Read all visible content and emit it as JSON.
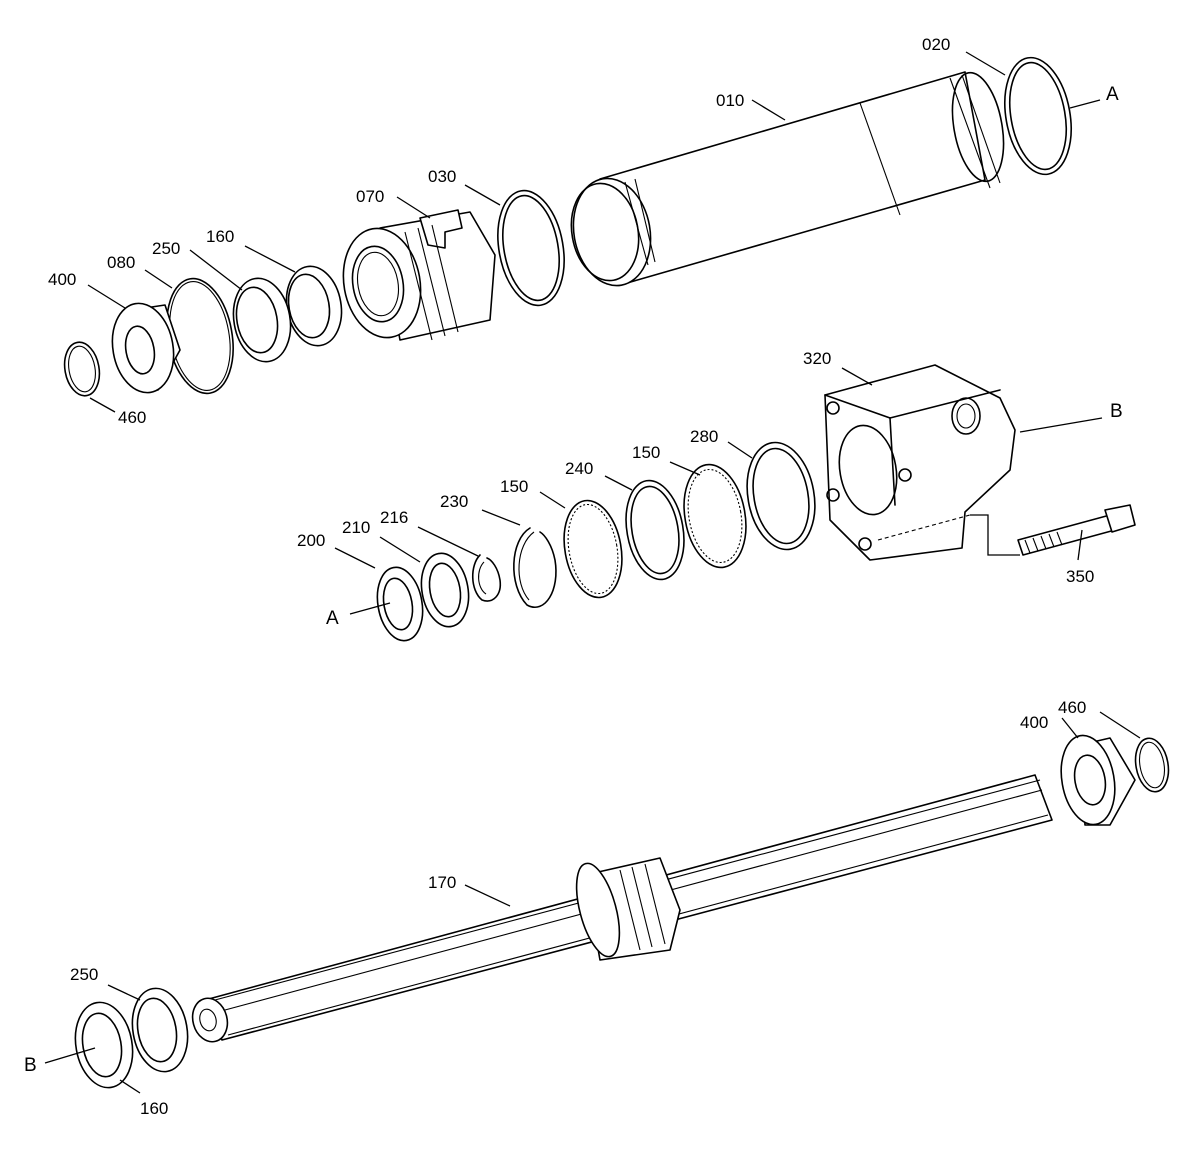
{
  "parts": {
    "p010": "010",
    "p020": "020",
    "p030": "030",
    "p070": "070",
    "p160_top": "160",
    "p250_top": "250",
    "p080": "080",
    "p400_top": "400",
    "p460_top": "460",
    "p320": "320",
    "p280": "280",
    "p150_b": "150",
    "p240": "240",
    "p150_a": "150",
    "p230": "230",
    "p216": "216",
    "p210": "210",
    "p200": "200",
    "p350": "350",
    "p460_right": "460",
    "p400_right": "400",
    "p170": "170",
    "p250_bottom": "250",
    "p160_bottom": "160"
  },
  "refs": {
    "a_top": "A",
    "a_mid": "A",
    "b_mid": "B",
    "b_bottom": "B"
  }
}
